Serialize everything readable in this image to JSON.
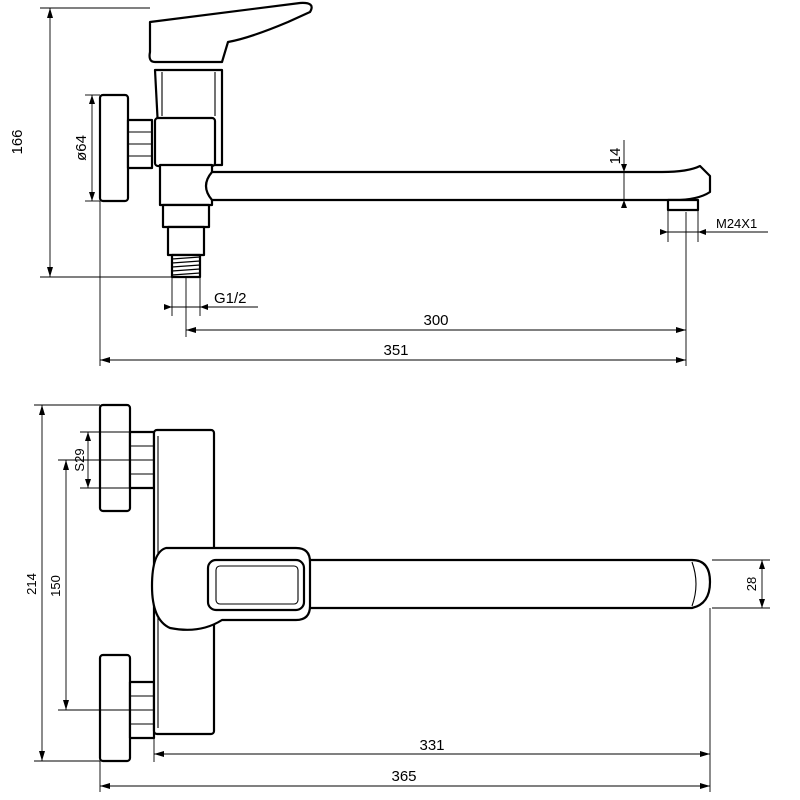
{
  "side_view": {
    "height_label": "166",
    "flange_diameter_label": "ø64",
    "spout_thickness_label": "14",
    "aerator_thread_label": "M24X1",
    "inlet_thread_label": "G1/2",
    "spout_reach_label": "300",
    "overall_length_label": "351"
  },
  "top_view": {
    "overall_height_label": "214",
    "inlet_spacing_label": "150",
    "nut_size_label": "S29",
    "spout_width_label": "28",
    "spout_reach_label": "331",
    "overall_length_label": "365"
  }
}
